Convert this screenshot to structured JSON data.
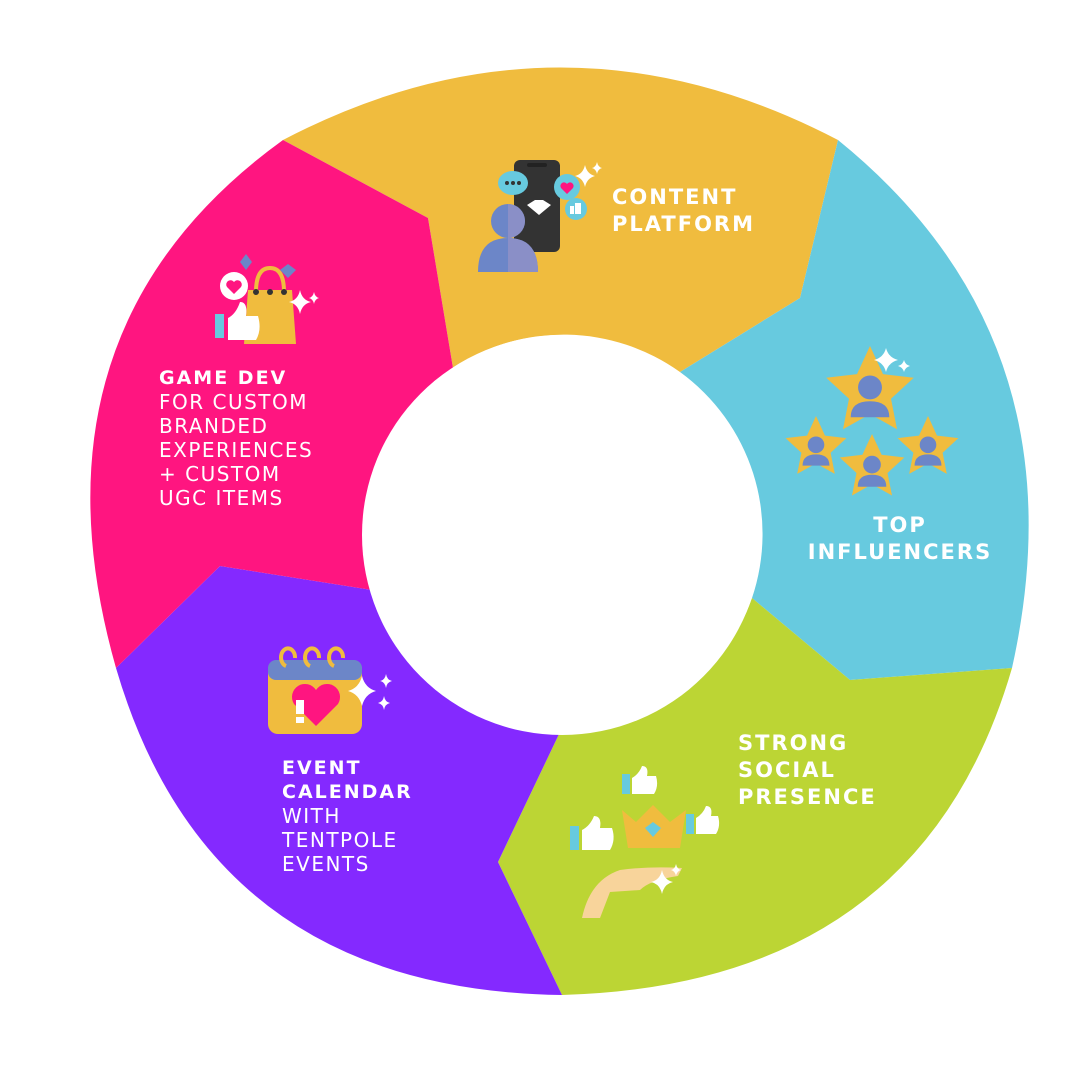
{
  "diagram": {
    "segments": [
      {
        "id": "content-platform",
        "title_lines": [
          "CONTENT",
          "PLATFORM"
        ],
        "sub_lines": [],
        "color": "#F0BC3E",
        "icon": "phone-person-icon"
      },
      {
        "id": "top-influencers",
        "title_lines": [
          "TOP",
          "INFLUENCERS"
        ],
        "sub_lines": [],
        "color": "#67CADF",
        "icon": "star-people-icon"
      },
      {
        "id": "strong-social-presence",
        "title_lines": [
          "STRONG",
          "SOCIAL",
          "PRESENCE"
        ],
        "sub_lines": [],
        "color": "#BCD534",
        "icon": "crown-hand-icon"
      },
      {
        "id": "event-calendar",
        "title_lines": [
          "EVENT",
          "CALENDAR"
        ],
        "sub_lines": [
          "WITH",
          "TENTPOLE",
          "EVENTS"
        ],
        "color": "#8429FF",
        "icon": "calendar-heart-icon"
      },
      {
        "id": "game-dev",
        "title_lines": [
          "GAME DEV"
        ],
        "sub_lines": [
          "FOR CUSTOM",
          "BRANDED",
          "EXPERIENCES",
          "+ CUSTOM",
          "UGC ITEMS"
        ],
        "color": "#FF1580",
        "icon": "shopping-bag-icon"
      }
    ]
  }
}
